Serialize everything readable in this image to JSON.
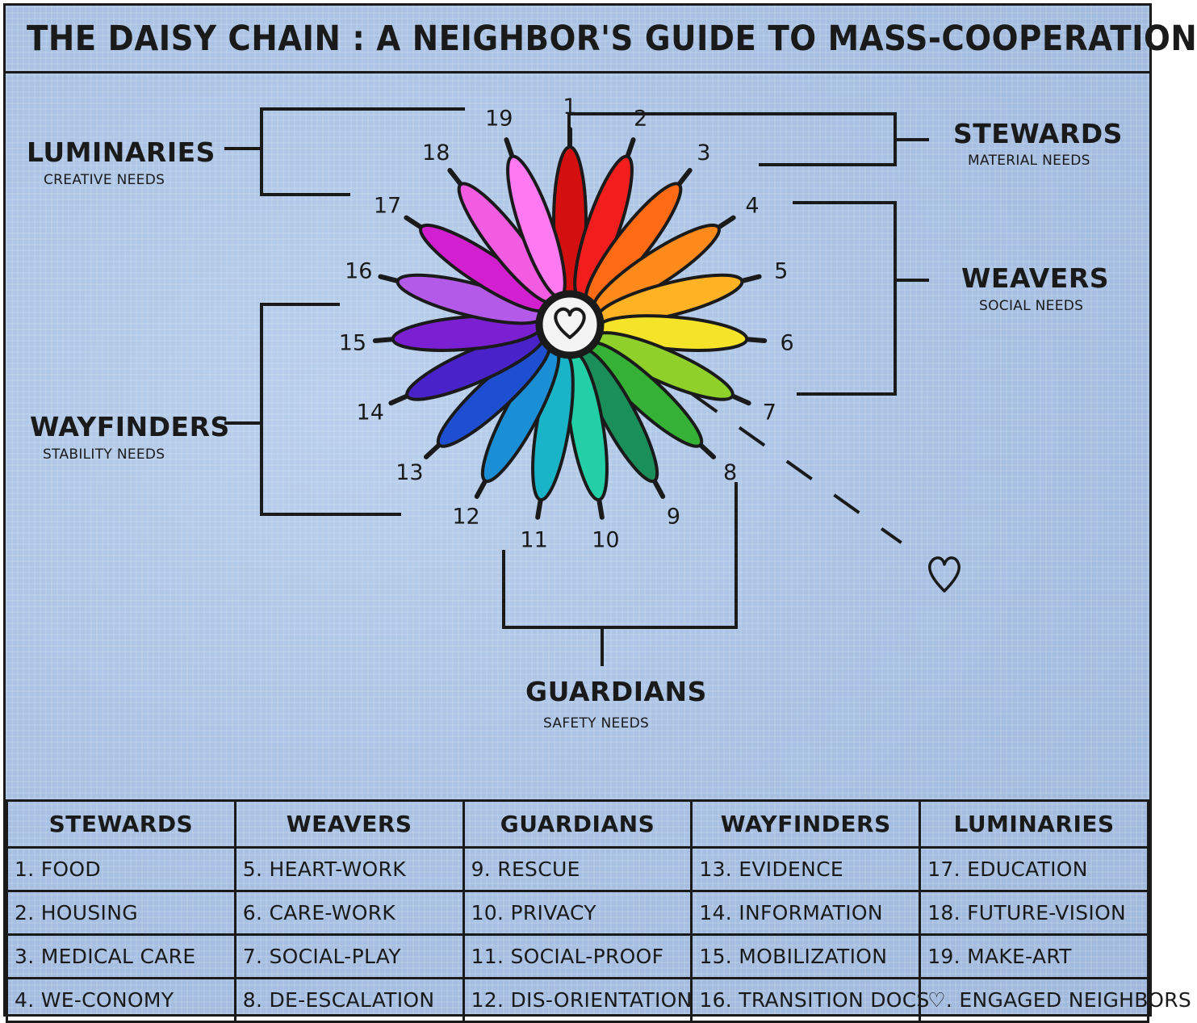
{
  "title": "THE DAISY CHAIN : A NEIGHBOR'S GUIDE TO MASS-COOPERATION",
  "roles": [
    {
      "id": "stewards",
      "name": "STEWARDS",
      "subtitle": "MATERIAL NEEDS"
    },
    {
      "id": "weavers",
      "name": "WEAVERS",
      "subtitle": "SOCIAL NEEDS"
    },
    {
      "id": "guardians",
      "name": "GUARDIANS",
      "subtitle": "SAFETY NEEDS"
    },
    {
      "id": "wayfinders",
      "name": "WAYFINDERS",
      "subtitle": "STABILITY NEEDS"
    },
    {
      "id": "luminaries",
      "name": "LUMINARIES",
      "subtitle": "CREATIVE NEEDS"
    }
  ],
  "petals": [
    {
      "number": "1",
      "color": "#d40f0f"
    },
    {
      "number": "2",
      "color": "#f21d1d"
    },
    {
      "number": "3",
      "color": "#ff6a14"
    },
    {
      "number": "4",
      "color": "#ff8a1c"
    },
    {
      "number": "5",
      "color": "#ffb324"
    },
    {
      "number": "6",
      "color": "#f5e32a"
    },
    {
      "number": "7",
      "color": "#8fd12a"
    },
    {
      "number": "8",
      "color": "#35b135"
    },
    {
      "number": "9",
      "color": "#1a8f5a"
    },
    {
      "number": "10",
      "color": "#22cfa6"
    },
    {
      "number": "11",
      "color": "#1ab4c9"
    },
    {
      "number": "12",
      "color": "#1a8fd6"
    },
    {
      "number": "13",
      "color": "#1f4fd1"
    },
    {
      "number": "14",
      "color": "#4a22c9"
    },
    {
      "number": "15",
      "color": "#7a1fd1"
    },
    {
      "number": "16",
      "color": "#b35ae8"
    },
    {
      "number": "17",
      "color": "#d21fcf"
    },
    {
      "number": "18",
      "color": "#f25ce0"
    },
    {
      "number": "19",
      "color": "#ff7af0"
    }
  ],
  "legend": {
    "headers": [
      "STEWARDS",
      "WEAVERS",
      "GUARDIANS",
      "WAYFINDERS",
      "LUMINARIES"
    ],
    "rows": [
      [
        "1. FOOD",
        "5. HEART-WORK",
        "9. RESCUE",
        "13. EVIDENCE",
        "17. EDUCATION"
      ],
      [
        "2. HOUSING",
        "6. CARE-WORK",
        "10. PRIVACY",
        "14. INFORMATION",
        "18. FUTURE-VISION"
      ],
      [
        "3. MEDICAL CARE",
        "7. SOCIAL-PLAY",
        "11. SOCIAL-PROOF",
        "15. MOBILIZATION",
        "19. MAKE-ART"
      ],
      [
        "4. WE-CONOMY",
        "8. DE-ESCALATION",
        "12. DIS-ORIENTATION",
        "16. TRANSITION DOCS",
        "♡. ENGAGED NEIGHBORS"
      ]
    ]
  },
  "icons": {
    "center": "heart-icon",
    "end": "heart-icon"
  }
}
